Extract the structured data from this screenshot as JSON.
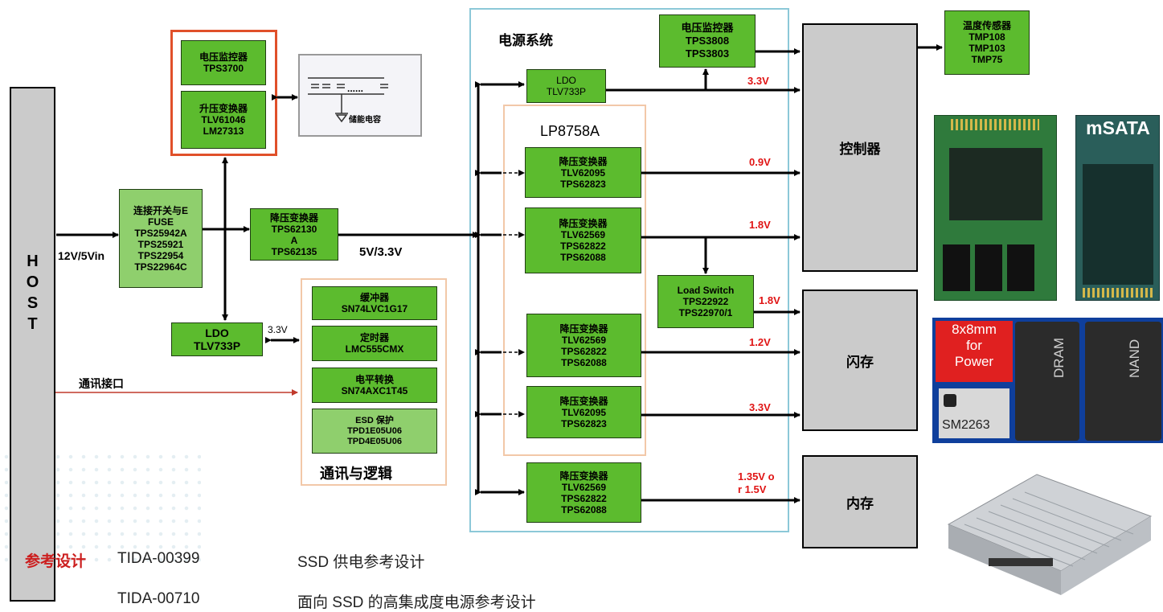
{
  "host": {
    "letters": [
      "H",
      "O",
      "S",
      "T"
    ]
  },
  "input_label": "12V/5Vin",
  "switch": {
    "lines": [
      "连接开关与E",
      "FUSE",
      "TPS25942A",
      "TPS25921",
      "TPS22954",
      "TPS22964C"
    ]
  },
  "monitor_left": {
    "lines": [
      "电压监控器",
      "TPS3700"
    ]
  },
  "boost": {
    "lines": [
      "升压变换器",
      "TLV61046",
      "LM27313"
    ]
  },
  "storage_cap_label": "储能电容",
  "cap_dots": "......",
  "buck_mid": {
    "lines": [
      "降压变换器",
      "TPS62130",
      "A",
      "TPS62135"
    ]
  },
  "bus_label": "5V/3.3V",
  "ldo_left": {
    "lines": [
      "LDO",
      "TLV733P"
    ]
  },
  "ldo_left_volt": "3.3V",
  "comm_interface": "通讯接口",
  "logic": {
    "title": "通讯与逻辑",
    "items": [
      {
        "lines": [
          "缓冲器",
          "SN74LVC1G17"
        ]
      },
      {
        "lines": [
          "定时器",
          "LMC555CMX"
        ]
      },
      {
        "lines": [
          "电平转换",
          "SN74AXC1T45"
        ]
      },
      {
        "lines": [
          "ESD 保护",
          "TPD1E05U06",
          "TPD4E05U06"
        ]
      }
    ]
  },
  "power_system": {
    "title": "电源系统"
  },
  "monitor_top": {
    "lines": [
      "电压监控器",
      "TPS3808",
      "TPS3803"
    ]
  },
  "ldo_top": {
    "lines": [
      "LDO",
      "TLV733P"
    ]
  },
  "lp8758a": {
    "title": "LP8758A"
  },
  "buck1": {
    "lines": [
      "降压变换器",
      "TLV62095",
      "TPS62823"
    ]
  },
  "buck2": {
    "lines": [
      "降压变换器",
      "TLV62569",
      "TPS62822",
      "TPS62088"
    ]
  },
  "buck3": {
    "lines": [
      "降压变换器",
      "TLV62569",
      "TPS62822",
      "TPS62088"
    ]
  },
  "buck4": {
    "lines": [
      "降压变换器",
      "TLV62095",
      "TPS62823"
    ]
  },
  "buck5": {
    "lines": [
      "降压变换器",
      "TLV62569",
      "TPS62822",
      "TPS62088"
    ]
  },
  "load_switch": {
    "lines": [
      "Load Switch",
      "TPS22922",
      "TPS22970/1"
    ]
  },
  "volts": {
    "v33_top": "3.3V",
    "v09": "0.9V",
    "v18a": "1.8V",
    "v18b": "1.8V",
    "v12": "1.2V",
    "v33b": "3.3V",
    "v135_l1": "1.35V o",
    "v135_l2": "r 1.5V"
  },
  "controller": "控制器",
  "flash": "闪存",
  "memory": "内存",
  "temp": {
    "lines": [
      "温度传感器",
      "TMP108",
      "TMP103",
      "TMP75"
    ]
  },
  "photos": {
    "msata": "mSATA",
    "power_l1": "8x8mm",
    "power_l2": "for",
    "power_l3": "Power",
    "dram": "DRAM",
    "nand": "NAND",
    "chip": "SM2263"
  },
  "footer": {
    "label": "参考设计",
    "row1": {
      "code": "TIDA-00399",
      "desc": "SSD 供电参考设计"
    },
    "row2": {
      "code": "TIDA-00710",
      "desc": "面向 SSD 的高集成度电源参考设计"
    }
  },
  "colors": {
    "accent_red": "#e01414",
    "box_green": "#5cbb2e",
    "power_frame": "#8cc8d8",
    "logic_frame": "#f2c8a8"
  }
}
